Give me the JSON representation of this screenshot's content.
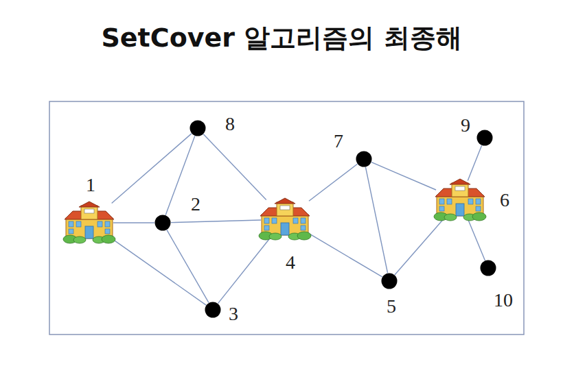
{
  "diagram": {
    "title": "SetCover 알고리즘의 최종해",
    "nodes": [
      {
        "text": [
          "1"
        ]
      },
      {
        "text": [
          "2"
        ]
      },
      {
        "text": [
          "3"
        ]
      },
      {
        "text": [
          "4"
        ]
      },
      {
        "text": [
          "5"
        ]
      },
      {
        "text": [
          "6"
        ]
      },
      {
        "text": [
          "7"
        ]
      },
      {
        "text": [
          "8"
        ]
      },
      {
        "text": [
          "9"
        ]
      },
      {
        "text": [
          "10"
        ]
      }
    ],
    "edges": [
      {
        "from": 0,
        "to": 7,
        "arrow": "none"
      },
      {
        "from": 0,
        "to": 1,
        "arrow": "none"
      },
      {
        "from": 0,
        "to": 2,
        "arrow": "none"
      },
      {
        "from": 1,
        "to": 7,
        "arrow": "none"
      },
      {
        "from": 1,
        "to": 2,
        "arrow": "none"
      },
      {
        "from": 1,
        "to": 3,
        "arrow": "none"
      },
      {
        "from": 7,
        "to": 3,
        "arrow": "none"
      },
      {
        "from": 2,
        "to": 3,
        "arrow": "none"
      },
      {
        "from": 3,
        "to": 6,
        "arrow": "none"
      },
      {
        "from": 3,
        "to": 4,
        "arrow": "none"
      },
      {
        "from": 6,
        "to": 4,
        "arrow": "none"
      },
      {
        "from": 6,
        "to": 5,
        "arrow": "none"
      },
      {
        "from": 4,
        "to": 5,
        "arrow": "none"
      },
      {
        "from": 5,
        "to": 8,
        "arrow": "none"
      },
      {
        "from": 5,
        "to": 9,
        "arrow": "none"
      }
    ]
  }
}
